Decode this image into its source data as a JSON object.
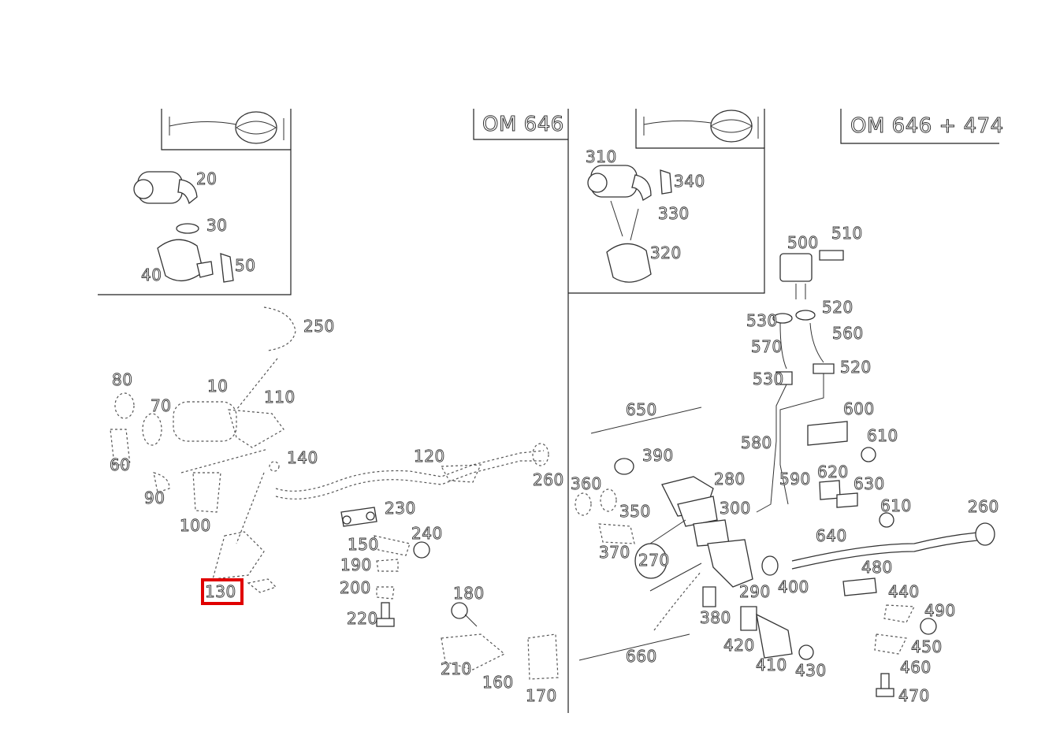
{
  "titles": {
    "left": "OM 646",
    "right": "OM 646 + 474"
  },
  "highlighted_part": "130",
  "part_labels": {
    "p10": "10",
    "p20": "20",
    "p30": "30",
    "p40": "40",
    "p50": "50",
    "p60": "60",
    "p70": "70",
    "p80": "80",
    "p90": "90",
    "p100": "100",
    "p110": "110",
    "p120": "120",
    "p130": "130",
    "p140": "140",
    "p150": "150",
    "p160": "160",
    "p170": "170",
    "p180": "180",
    "p190": "190",
    "p200": "200",
    "p210": "210",
    "p220": "220",
    "p230": "230",
    "p240": "240",
    "p250": "250",
    "p260a": "260",
    "p260b": "260",
    "p270": "270",
    "p280": "280",
    "p290": "290",
    "p300": "300",
    "p310": "310",
    "p320": "320",
    "p330": "330",
    "p340": "340",
    "p350": "350",
    "p360": "360",
    "p370": "370",
    "p380": "380",
    "p390": "390",
    "p400": "400",
    "p410": "410",
    "p420": "420",
    "p430": "430",
    "p440": "440",
    "p450": "450",
    "p460": "460",
    "p470": "470",
    "p480": "480",
    "p490": "490",
    "p500": "500",
    "p510": "510",
    "p520a": "520",
    "p520b": "520",
    "p530a": "530",
    "p530b": "530",
    "p560": "560",
    "p570": "570",
    "p580": "580",
    "p590": "590",
    "p600": "600",
    "p610a": "610",
    "p610b": "610",
    "p620": "620",
    "p630": "630",
    "p640": "640",
    "p650": "650",
    "p660": "660"
  },
  "colors": {
    "highlight": "#e00000",
    "line": "#333333"
  }
}
